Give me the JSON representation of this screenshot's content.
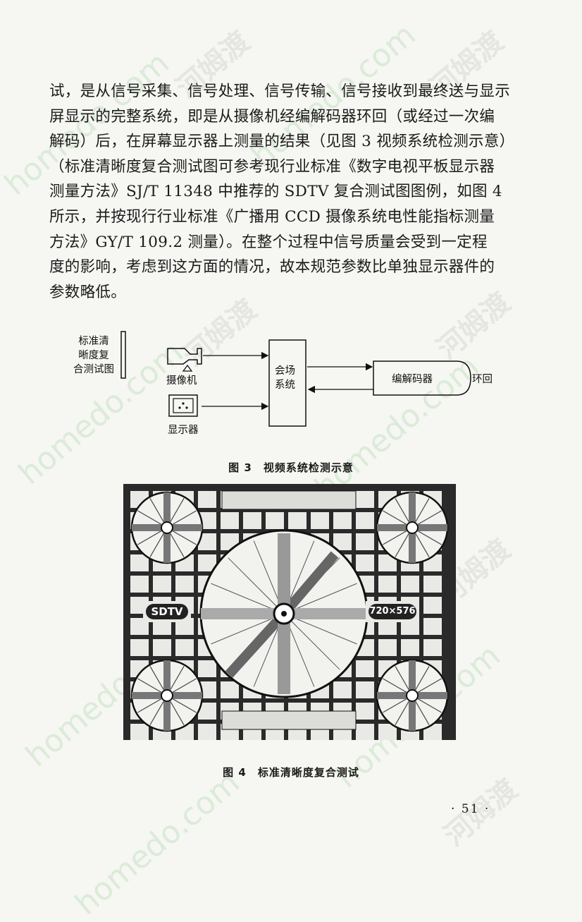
{
  "paragraph": {
    "lines": [
      "试，是从信号采集、信号处理、信号传输、信号接收到最终送与显示",
      "屏显示的完整系统，即是从摄像机经编解码器环回（或经过一次编",
      "解码）后，在屏幕显示器上测量的结果（见图 3 视频系统检测示意）",
      "（标准清晰度复合测试图可参考现行业标准《数字电视平板显示器",
      "测量方法》SJ/T 11348 中推荐的 SDTV 复合测试图图例，如图 4",
      "所示，并按现行行业标准《广播用 CCD 摄像系统电性能指标测量",
      "方法》GY/T 109.2 测量）。在整个过程中信号质量会受到一定程",
      "度的影响，考虑到这方面的情况，故本规范参数比单独显示器件的",
      "参数略低。"
    ]
  },
  "figure3": {
    "test_chart_label": [
      "标准清",
      "晰度复",
      "合测试图"
    ],
    "camera_label": "摄像机",
    "monitor_label": "显示器",
    "venue_system_label": [
      "会场",
      "系统"
    ],
    "codec_label": "编解码器",
    "loopback_label": "环回",
    "caption": "图 3　视频系统检测示意"
  },
  "figure4": {
    "left_badge": "SDTV",
    "right_badge": "720×576",
    "caption": "图 4　标准清晰度复合测试"
  },
  "page_number": "· 51 ·",
  "watermarks": {
    "site": "homedo.com",
    "brand": "河姆渡"
  }
}
